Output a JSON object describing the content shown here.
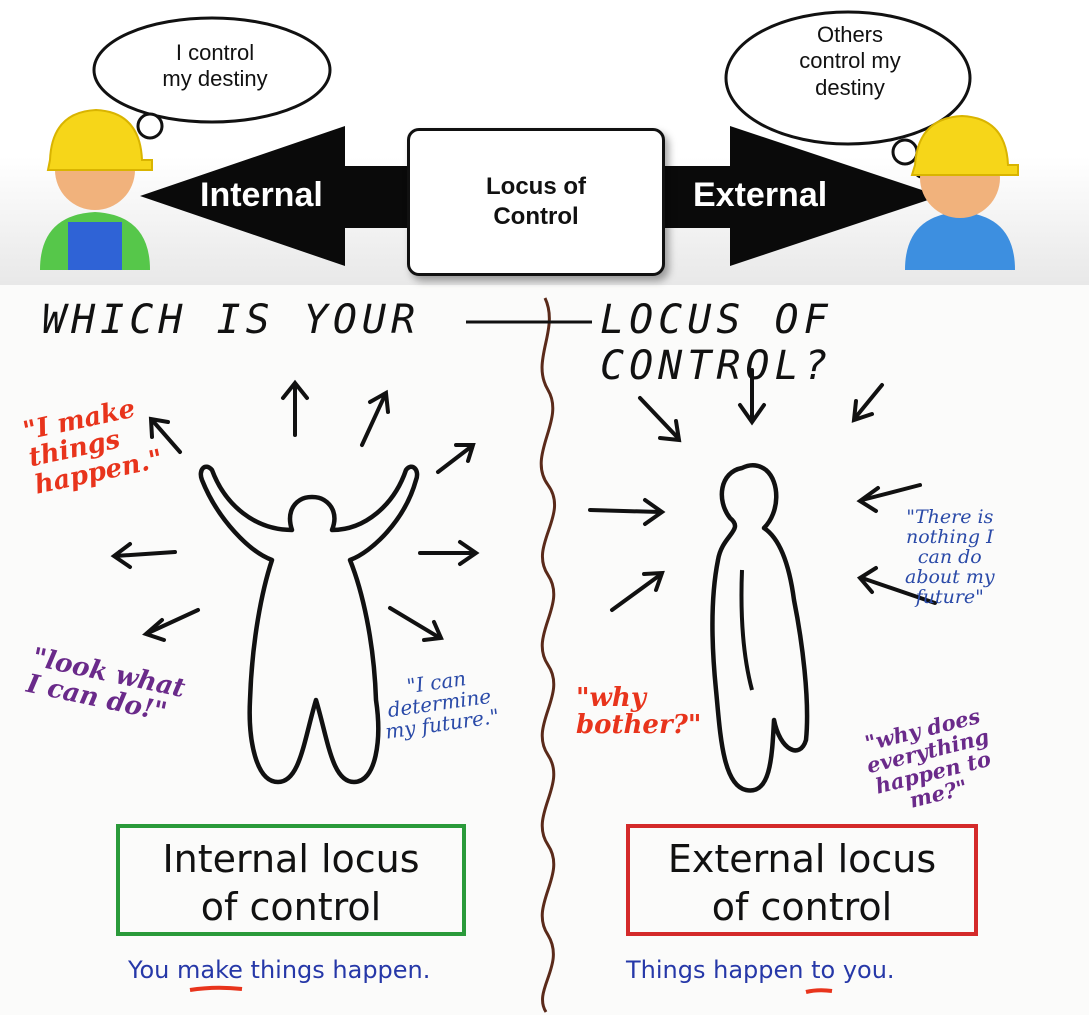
{
  "top": {
    "left_bubble": "I control\nmy destiny",
    "right_bubble": "Others\ncontrol my\ndestiny",
    "left_arrow_label": "Internal",
    "right_arrow_label": "External",
    "center_box": "Locus of\nControl"
  },
  "bottom": {
    "heading_left": "WHICH IS YOUR",
    "heading_right": "LOCUS OF CONTROL?",
    "internal": {
      "quotes": [
        {
          "text": "\"I make\nthings\nhappen.\"",
          "color": "#e8341c"
        },
        {
          "text": "\"look what\nI can do!\"",
          "color": "#6a2a8a"
        },
        {
          "text": "\"I can\ndetermine\nmy future.\"",
          "color": "#2a4aa8"
        }
      ],
      "box_label": "Internal locus\nof control",
      "box_color": "#2a9a3a",
      "caption_pre": "You ",
      "caption_emph": "make",
      "caption_post": " things happen."
    },
    "external": {
      "quotes": [
        {
          "text": "\"There is\nnothing I\ncan do\nabout my\nfuture\"",
          "color": "#2a4aa8"
        },
        {
          "text": "\"why\nbother?\"",
          "color": "#e8341c"
        },
        {
          "text": "\"why does\neverything\nhappen to\nme?\"",
          "color": "#6a2a8a"
        }
      ],
      "box_label": "External locus\nof control",
      "box_color": "#d42a2a",
      "caption_pre": "Things happen ",
      "caption_emph": "to",
      "caption_post": " you."
    },
    "underline_color": "#e8341c",
    "divider_color": "#5a2a1a"
  }
}
